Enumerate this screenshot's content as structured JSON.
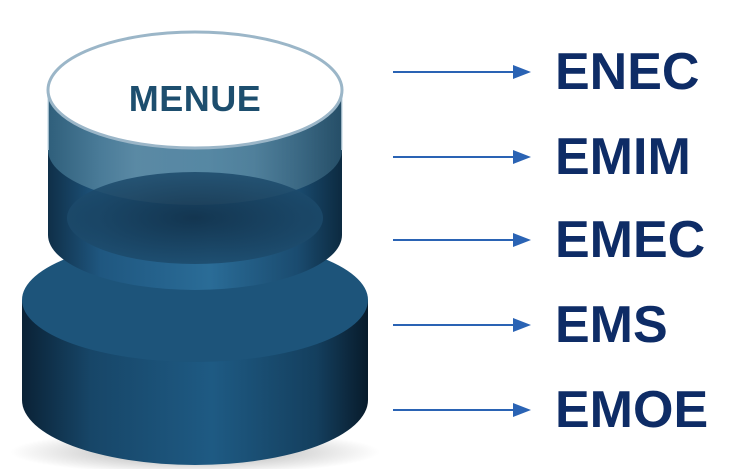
{
  "cap_label": "MENUE",
  "items": [
    {
      "label": "ENEC"
    },
    {
      "label": "EMIM"
    },
    {
      "label": "EMEC"
    },
    {
      "label": "EMS"
    },
    {
      "label": "EMOE"
    }
  ],
  "colors": {
    "label_text": "#0e2c66",
    "cap_text": "#1d4e6e",
    "arrow": "#2a63b4",
    "cylinder": "#1c4f74"
  }
}
